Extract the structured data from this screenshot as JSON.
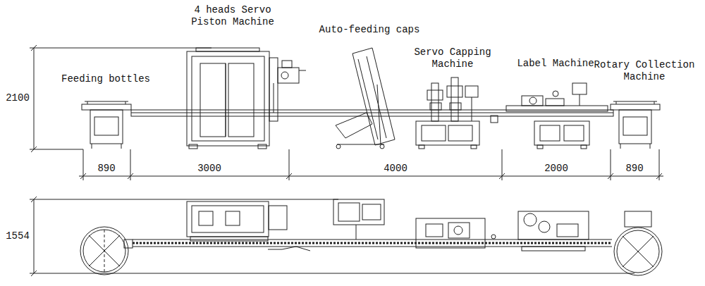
{
  "diagram": {
    "labels": [
      "4 heads Servo Piston Machine",
      "Auto-feeding caps",
      "Servo Capping Machine",
      "Label Machine",
      "Rotary Collection Machine",
      "Feeding bottles",
      "2100",
      "890",
      "3000",
      "4000",
      "2000",
      "890",
      "1554"
    ]
  }
}
